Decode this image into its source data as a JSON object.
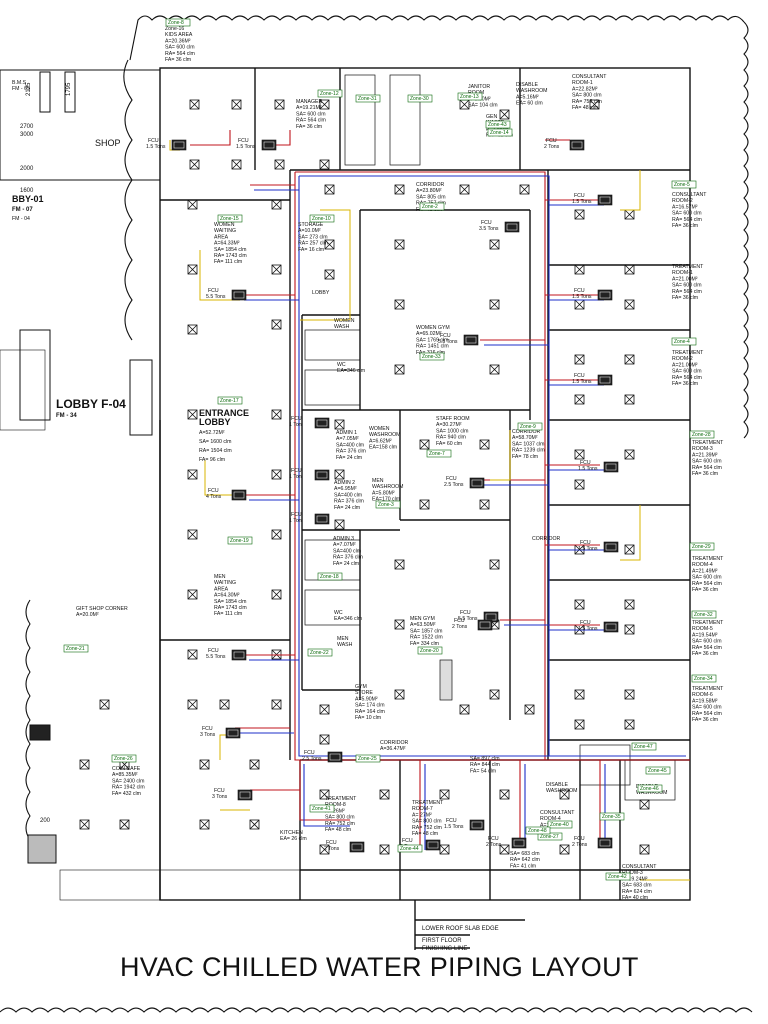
{
  "title": "HVAC CHILLED WATER PIPING  LAYOUT",
  "colors": {
    "supply": "#c0141c",
    "return": "#1c2fc8",
    "drain": "#d9b400",
    "zone": "#0a6a0a",
    "wall": "#111111"
  },
  "rooms": [
    {
      "id": "kids",
      "lines": [
        "Zone-16",
        "KIDS AREA",
        "A=20.36M²",
        "SA= 600 clm",
        "RA= 564 clm",
        "FA= 36 clm"
      ]
    },
    {
      "id": "bms",
      "lines": [
        "B.M.S",
        "FM - 05"
      ]
    },
    {
      "id": "shop",
      "lines": [
        "SHOP"
      ]
    },
    {
      "id": "bby",
      "lines": [
        "BBY-01",
        "FM - 07",
        "FM - 04"
      ]
    },
    {
      "id": "manager",
      "lines": [
        "MANAGER",
        "A=19.21M²",
        "SA= 600 clm",
        "RA= 564 clm",
        "FA= 36 clm"
      ]
    },
    {
      "id": "janitor",
      "lines": [
        "JANITOR",
        "ROOM",
        "A=5.00M²",
        "SA= 104 clm"
      ]
    },
    {
      "id": "disable-wash-top",
      "lines": [
        "DISABLE",
        "WASHROOM",
        "A=5.16M²",
        "EA= 60 clm"
      ]
    },
    {
      "id": "garb-waste",
      "lines": [
        "GEN",
        "WASTE",
        "A=2.88M²",
        "RA= 62 clm"
      ]
    },
    {
      "id": "consult1",
      "lines": [
        "CONSULTANT",
        "ROOM-1",
        "A=22.82M²",
        "SA= 800 clm",
        "RA= 752 clm",
        "FA= 48 clm"
      ]
    },
    {
      "id": "corridor-top",
      "lines": [
        "CORRIDOR",
        "A=23.80M²",
        "SA= 805 clm",
        "RA= 757 clm",
        "FA= 48 clm"
      ]
    },
    {
      "id": "women-wait",
      "lines": [
        "WOMEN",
        "WAITING",
        "AREA",
        "A=64.33M²",
        "SA= 1854 clm",
        "RA= 1743 clm",
        "FA= 111 clm"
      ]
    },
    {
      "id": "storage",
      "lines": [
        "STORAGE",
        "A=10.0M²",
        "SA= 273 clm",
        "RA= 257 clm",
        "FA= 16 clm"
      ]
    },
    {
      "id": "consult2",
      "lines": [
        "CONSULTANT",
        "ROOM-2",
        "A=16.57M²",
        "SA= 600 clm",
        "RA= 564 clm",
        "FA= 36 clm"
      ]
    },
    {
      "id": "treat1",
      "lines": [
        "TREATMENT",
        "ROOM-1",
        "A=21.00M²",
        "SA= 600 clm",
        "RA= 564 clm",
        "FA= 36 clm"
      ]
    },
    {
      "id": "treat2",
      "lines": [
        "TREATMENT",
        "ROOM-2",
        "A=21.00M²",
        "SA= 600 clm",
        "RA= 564 clm",
        "FA= 36 clm"
      ]
    },
    {
      "id": "lobby-lbl",
      "lines": [
        "LOBBY"
      ]
    },
    {
      "id": "women-wash",
      "lines": [
        "WOMEN",
        "WASH"
      ]
    },
    {
      "id": "wc-top",
      "lines": [
        "WC",
        "EA=346 clm"
      ]
    },
    {
      "id": "women-gym",
      "lines": [
        "WOMEN GYM",
        "A=65.02M²",
        "SA= 1769 clm",
        "RA= 1451 clm",
        "FA= 316 clm"
      ]
    },
    {
      "id": "lobby-f04",
      "lines": [
        "LOBBY F-04",
        "FM - 34"
      ]
    },
    {
      "id": "entrance",
      "lines": [
        "ENTRANCE",
        "LOBBY",
        "A=52.72M²",
        "SA= 1600 clm",
        "RA= 1504 clm",
        "FA= 96 clm"
      ]
    },
    {
      "id": "admin1",
      "lines": [
        "ADMIN 1",
        "A=7.05M²",
        "SA=400 clm",
        "RA= 376 clm",
        "FA= 24 clm"
      ]
    },
    {
      "id": "women-washroom",
      "lines": [
        "WOMEN",
        "WASHROOM",
        "A=6.62M²",
        "EA=158 clm"
      ]
    },
    {
      "id": "staff",
      "lines": [
        "STAFF ROOM",
        "A=30.27M²",
        "SA= 1000 clm",
        "RA= 940 clm",
        "FA= 60 clm"
      ]
    },
    {
      "id": "corridor-mid",
      "lines": [
        "CORRIDOR",
        "A=58.70M²",
        "SA= 1037 clm",
        "RA= 1239 clm",
        "FA= 78 clm"
      ]
    },
    {
      "id": "treat3",
      "lines": [
        "TREATMENT",
        "ROOM-3",
        "A=21.39M²",
        "SA= 600 clm",
        "RA= 564 clm",
        "FA= 36 clm"
      ]
    },
    {
      "id": "admin2",
      "lines": [
        "ADMIN 2",
        "A=6.95M²",
        "SA=400 clm",
        "RA= 376 clm",
        "FA= 24 clm"
      ]
    },
    {
      "id": "men-washroom",
      "lines": [
        "MEN",
        "WASHROOM",
        "A=5.80M²",
        "EA=170 clm"
      ]
    },
    {
      "id": "admin3",
      "lines": [
        "ADMIN 3",
        "A=7.07M²",
        "SA=400 clm",
        "RA= 376 clm",
        "FA= 24 clm"
      ]
    },
    {
      "id": "corridor-v",
      "lines": [
        "CORRIDOR"
      ]
    },
    {
      "id": "men-wait",
      "lines": [
        "MEN",
        "WAITING",
        "AREA",
        "A=64.30M²",
        "SA= 1854 clm",
        "RA= 1743 clm",
        "FA= 111 clm"
      ]
    },
    {
      "id": "treat4",
      "lines": [
        "TREATMENT",
        "ROOM-4",
        "A=21.49M²",
        "SA= 600 clm",
        "RA= 564 clm",
        "FA= 36 clm"
      ]
    },
    {
      "id": "wc-bot",
      "lines": [
        "WC",
        "EA=346 clm"
      ]
    },
    {
      "id": "men-gym",
      "lines": [
        "MEN GYM",
        "A=63.50M²",
        "SA= 1857 clm",
        "RA= 1522 clm",
        "FA= 334 clm"
      ]
    },
    {
      "id": "treat5",
      "lines": [
        "TREATMENT",
        "ROOM-5",
        "A=19.54M²",
        "SA= 600 clm",
        "RA= 564 clm",
        "FA= 36 clm"
      ]
    },
    {
      "id": "gift",
      "lines": [
        "GIFT SHOP CORNER",
        "A=20.0M²"
      ]
    },
    {
      "id": "men-wash",
      "lines": [
        "MEN",
        "WASH"
      ]
    },
    {
      "id": "gym-store",
      "lines": [
        "GYM",
        "STORE",
        "A=5.90M²",
        "SA= 174 clm",
        "RA= 164 clm",
        "FA= 10 clm"
      ]
    },
    {
      "id": "treat6",
      "lines": [
        "TREATMENT",
        "ROOM-6",
        "A=19.58M²",
        "SA= 600 clm",
        "RA= 564 clm",
        "FA= 36 clm"
      ]
    },
    {
      "id": "corridor-bot",
      "lines": [
        "CORRIDOR",
        "A=36.47M²"
      ]
    },
    {
      "id": "cafe",
      "lines": [
        "COIN CAFE",
        "A=85.35M²",
        "SA= 2400 clm",
        "RA= 1942 clm",
        "FA= 432 clm"
      ]
    },
    {
      "id": "corr-bot-data",
      "lines": [
        "SA= 897 clm",
        "RA= 844 clm",
        "FA= 54 clm"
      ]
    },
    {
      "id": "disable-wash-bot",
      "lines": [
        "DISABLE",
        "WASHROOM"
      ]
    },
    {
      "id": "treat8",
      "lines": [
        "TREATMENT",
        "ROOM-8",
        "A= 26M²",
        "SA= 800 clm",
        "RA= 752 clm",
        "FA= 48 clm"
      ]
    },
    {
      "id": "treat7",
      "lines": [
        "TREATMENT",
        "ROOM-7",
        "A= 27M²",
        "SA= 800 clm",
        "RA= 752 clm",
        "FA= 48 clm"
      ]
    },
    {
      "id": "disable-wash-mid",
      "lines": [
        "DISABLE",
        "WASHROOM"
      ]
    },
    {
      "id": "consult4",
      "lines": [
        "CONSULTANT",
        "ROOM-4",
        "A=19.59M²"
      ]
    },
    {
      "id": "kitchen",
      "lines": [
        "KITCHEN",
        "EA= 26 clm"
      ]
    },
    {
      "id": "consult4-data",
      "lines": [
        "SA= 683 clm",
        "RA= 642 clm",
        "FA= 41 clm"
      ]
    },
    {
      "id": "consult3",
      "lines": [
        "CONSULTANT",
        "ROOM-3",
        "A=19.24M²",
        "SA= 683 clm",
        "RA= 624 clm",
        "FA= 40 clm"
      ]
    }
  ],
  "fcus": [
    {
      "id": "fcu-a",
      "label": "FCU",
      "cap": "1.5 Tons"
    },
    {
      "id": "fcu-b",
      "label": "FCU",
      "cap": "1.5 Tons"
    },
    {
      "id": "fcu-c",
      "label": "FCU",
      "cap": "5.5 Tons"
    },
    {
      "id": "fcu-d",
      "label": "FCU",
      "cap": "3.5 Tons"
    },
    {
      "id": "fcu-e",
      "label": "FCU",
      "cap": "2 Tons"
    },
    {
      "id": "fcu-f",
      "label": "FCU",
      "cap": "1.5 Tons"
    },
    {
      "id": "fcu-g",
      "label": "FCU",
      "cap": "1.5 Tons"
    },
    {
      "id": "fcu-h",
      "label": "FCU",
      "cap": "1.5 Tons"
    },
    {
      "id": "fcu-i",
      "label": "FCU",
      "cap": "5.5 Tons"
    },
    {
      "id": "fcu-j",
      "label": "FCU",
      "cap": "1 Ton"
    },
    {
      "id": "fcu-k",
      "label": "FCU",
      "cap": "1 Ton"
    },
    {
      "id": "fcu-l",
      "label": "FCU",
      "cap": "1 Ton"
    },
    {
      "id": "fcu-m",
      "label": "FCU",
      "cap": "4 Tons"
    },
    {
      "id": "fcu-n",
      "label": "FCU",
      "cap": "2.5 Tons"
    },
    {
      "id": "fcu-o",
      "label": "FCU",
      "cap": "1.5 Tons"
    },
    {
      "id": "fcu-p",
      "label": "FCU",
      "cap": "1.5 Tons"
    },
    {
      "id": "fcu-q",
      "label": "FCU",
      "cap": "5.5 Tons"
    },
    {
      "id": "fcu-r",
      "label": "FCU",
      "cap": "5.5 Tons"
    },
    {
      "id": "fcu-s",
      "label": "FCU",
      "cap": "1.5 Tons"
    },
    {
      "id": "fcu-t",
      "label": "FCU",
      "cap": "1.5 Tons"
    },
    {
      "id": "fcu-u",
      "label": "FCU",
      "cap": "3 Tons"
    },
    {
      "id": "fcu-v",
      "label": "FCU",
      "cap": "3 Tons"
    },
    {
      "id": "fcu-w",
      "label": "FCU",
      "cap": "2.5 Tons"
    },
    {
      "id": "fcu-x",
      "label": "FCU",
      "cap": "2 Tons"
    },
    {
      "id": "fcu-y",
      "label": "FCU",
      "cap": "2 Tons"
    },
    {
      "id": "fcu-z",
      "label": "FCU",
      "cap": "2 Tons"
    },
    {
      "id": "fcu-aa",
      "label": "FCU",
      "cap": "2 Tons"
    },
    {
      "id": "fcu-bb",
      "label": "FCU",
      "cap": "2 Tons"
    }
  ],
  "zones": [
    "Zone-8",
    "Zone-15",
    "Zone-17",
    "Zone-12",
    "Zone-13",
    "Zone-14",
    "Zone-10",
    "Zone-2",
    "Zone-31",
    "Zone-30",
    "Zone-33",
    "Zone-5",
    "Zone-4",
    "Zone-7",
    "Zone-3",
    "Zone-9",
    "Zone-18",
    "Zone-19",
    "Zone-21",
    "Zone-20",
    "Zone-22",
    "Zone-25",
    "Zone-26",
    "Zone-27",
    "Zone-28",
    "Zone-29",
    "Zone-32",
    "Zone-34",
    "Zone-35",
    "Zone-40",
    "Zone-41",
    "Zone-42",
    "Zone-43",
    "Zone-44",
    "Zone-45",
    "Zone-46",
    "Zone-47",
    "Zone-48"
  ],
  "dims": [
    "2125",
    "1795",
    "3000",
    "2000",
    "1600",
    "2700",
    "200"
  ],
  "edge_notes": [
    "LOWER ROOF SLAB EDGE",
    "FIRST FLOOR",
    "FINISHING LINE"
  ]
}
